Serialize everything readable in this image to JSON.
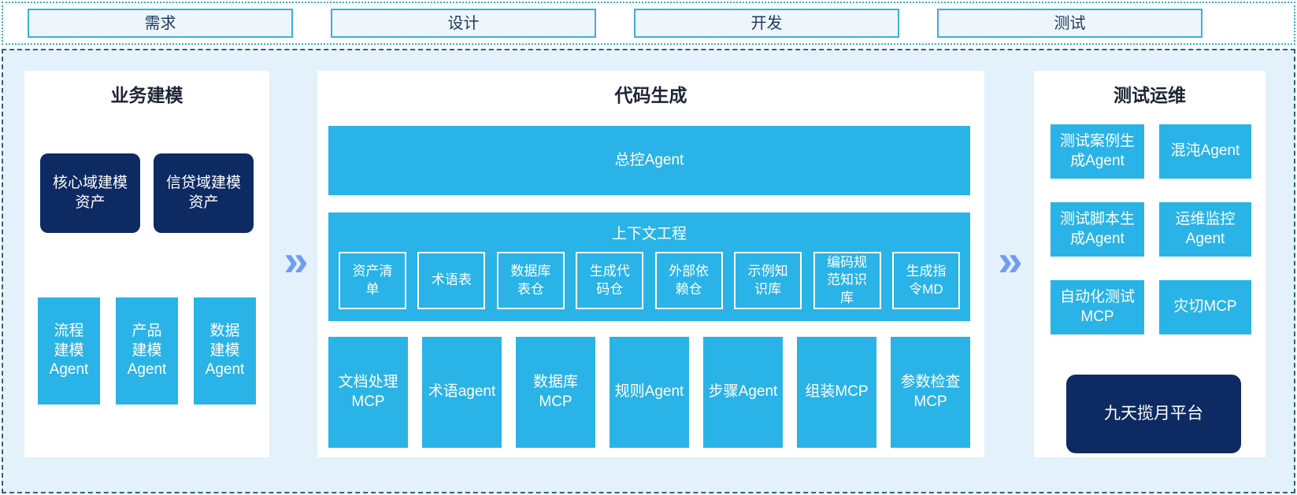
{
  "colors": {
    "cyan": "#2ab3e6",
    "navy": "#0d2a62",
    "container_bg": "#e3f1fa",
    "container_border": "#2a6380",
    "strip_border": "#2fb0dc",
    "strip_box_bg": "#eef6fb",
    "strip_box_border": "#3ab0de",
    "strip_text": "#1e3a5f",
    "title_text": "#1d2435",
    "chevron": "#6f9df0"
  },
  "chevron_glyph": "»",
  "phases": [
    {
      "label": "需求"
    },
    {
      "label": "设计"
    },
    {
      "label": "开发"
    },
    {
      "label": "测试"
    }
  ],
  "panels": {
    "business": {
      "title": "业务建模",
      "assets": [
        {
          "label": "核心域建模\n资产"
        },
        {
          "label": "信贷域建模\n资产"
        }
      ],
      "agents": [
        {
          "label": "流程\n建模\nAgent"
        },
        {
          "label": "产品\n建模\nAgent"
        },
        {
          "label": "数据\n建模\nAgent"
        }
      ]
    },
    "codegen": {
      "title": "代码生成",
      "master_agent": "总控Agent",
      "context": {
        "title": "上下文工程",
        "items": [
          {
            "label": "资产清\n单"
          },
          {
            "label": "术语表"
          },
          {
            "label": "数据库\n表仓"
          },
          {
            "label": "生成代\n码仓"
          },
          {
            "label": "外部依\n赖仓"
          },
          {
            "label": "示例知\n识库"
          },
          {
            "label": "编码规\n范知识\n库"
          },
          {
            "label": "生成指\n令MD"
          }
        ]
      },
      "workers": [
        {
          "label": "文档处理\nMCP"
        },
        {
          "label": "术语agent"
        },
        {
          "label": "数据库\nMCP"
        },
        {
          "label": "规则Agent"
        },
        {
          "label": "步骤Agent"
        },
        {
          "label": "组装MCP"
        },
        {
          "label": "参数检查\nMCP"
        }
      ]
    },
    "testops": {
      "title": "测试运维",
      "tools": [
        {
          "label": "测试案例生\n成Agent"
        },
        {
          "label": "混沌Agent"
        },
        {
          "label": "测试脚本生\n成Agent"
        },
        {
          "label": "运维监控\nAgent"
        },
        {
          "label": "自动化测试\nMCP"
        },
        {
          "label": "灾切MCP"
        }
      ],
      "platform": "九天揽月平台"
    }
  }
}
